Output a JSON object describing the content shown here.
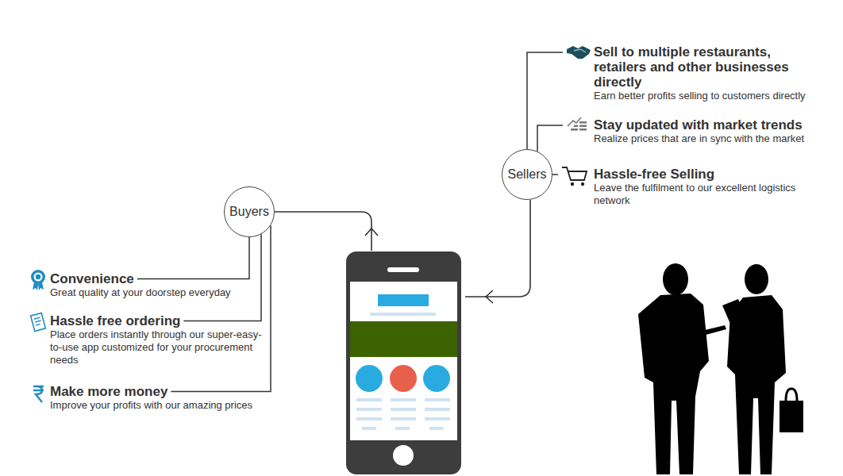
{
  "diagram": {
    "nodes": [
      {
        "text": [
          "Buyers"
        ]
      },
      {
        "text": [
          "Convenience",
          "Great quality at your doorstep everyday"
        ]
      },
      {
        "text": [
          "Hassle free ordering",
          "Place orders instantly through our super-easy-to-use app customized for your procurement needs"
        ]
      },
      {
        "text": [
          "Make more money",
          "Improve your profits with our amazing prices"
        ]
      },
      {
        "text": [
          "Sellers"
        ]
      },
      {
        "text": [
          "Sell to multiple restaurants, retailers and other businesses directly",
          "Earn better profits selling to customers directly"
        ]
      },
      {
        "text": [
          "Stay updated with market trends",
          "Realize prices that are in sync with the market"
        ]
      },
      {
        "text": [
          "Hassle-free Selling",
          "Leave the fulfilment to our excellent logistics network"
        ]
      }
    ],
    "edges": [
      {
        "from": 0,
        "to": 1,
        "arrow": "none"
      },
      {
        "from": 0,
        "to": 2,
        "arrow": "none"
      },
      {
        "from": 0,
        "to": 3,
        "arrow": "none"
      },
      {
        "from": 4,
        "to": 5,
        "arrow": "none"
      },
      {
        "from": 4,
        "to": 6,
        "arrow": "none"
      },
      {
        "from": 4,
        "to": 7,
        "arrow": "none"
      }
    ]
  }
}
